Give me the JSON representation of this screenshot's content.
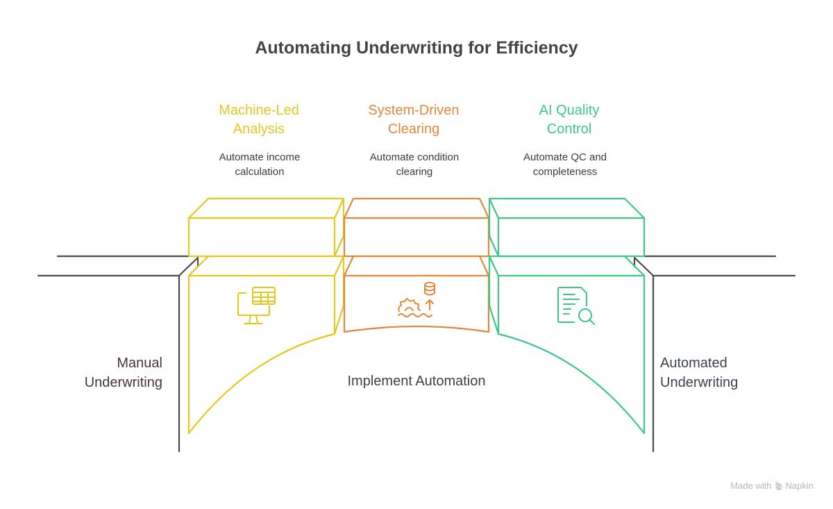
{
  "title": "Automating Underwriting for Efficiency",
  "colors": {
    "stage_1": "#e2c81c",
    "stage_2": "#e4873a",
    "stage_3": "#3ec685",
    "cliff": "#4a4a4a",
    "title": "#444444"
  },
  "stages": [
    {
      "title": "Machine-Led Analysis",
      "title_line1": "Machine-Led",
      "title_line2": "Analysis",
      "desc_line1": "Automate income",
      "desc_line2": "calculation",
      "icon": "computer-spreadsheet-icon"
    },
    {
      "title": "System-Driven Clearing",
      "title_line1": "System-Driven",
      "title_line2": "Clearing",
      "desc_line1": "Automate condition",
      "desc_line2": "clearing",
      "icon": "gear-database-upload-icon"
    },
    {
      "title": "AI Quality Control",
      "title_line1": "AI Quality",
      "title_line2": "Control",
      "desc_line1": "Automate QC and",
      "desc_line2": "completeness",
      "icon": "document-search-icon"
    }
  ],
  "start_label": {
    "line1": "Manual",
    "line2": "Underwriting"
  },
  "end_label": {
    "line1": "Automated",
    "line2": "Underwriting"
  },
  "bridge_label": "Implement Automation",
  "footer": {
    "text": "Made with",
    "brand": "Napkin",
    "icon": "napkin-logo-icon"
  }
}
